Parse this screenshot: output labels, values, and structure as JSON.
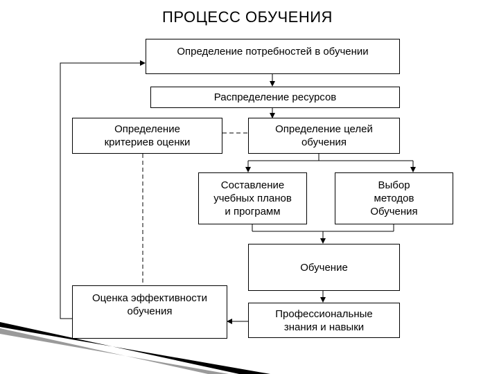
{
  "title": "ПРОЦЕСС ОБУЧЕНИЯ",
  "boxes": {
    "needs": "Определение потребностей в обучении",
    "resources": "Распределение ресурсов",
    "criteria": "Определение\nкритериев оценки",
    "goals": "Определение целей\nобучения",
    "plans": "Составление\nучебных планов\nи программ",
    "methods": "Выбор\nметодов\nОбучения",
    "training": "Обучение",
    "skills": "Профессиональные\nзнания и навыки",
    "evaluation": "Оценка эффективности\nобучения"
  }
}
